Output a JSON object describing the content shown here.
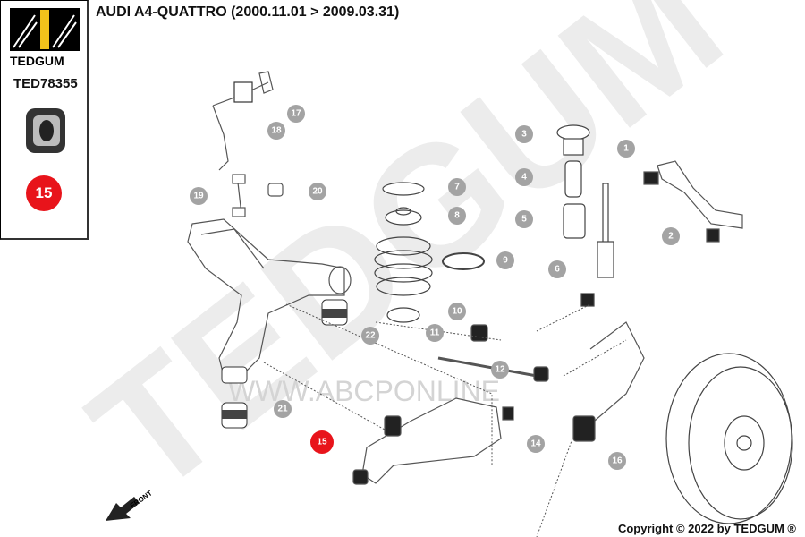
{
  "sidebar": {
    "brand": "TEDGUM",
    "part_number": "TED78355",
    "selected_position": "15"
  },
  "header": {
    "title": "AUDI A4-QUATTRO (2000.11.01 > 2009.03.31)"
  },
  "diagram": {
    "watermark": "TEDGUM",
    "website": "WWW.ABCPONLINE",
    "front_label": "FRONT",
    "callouts": [
      "1",
      "2",
      "3",
      "4",
      "5",
      "6",
      "7",
      "8",
      "9",
      "10",
      "11",
      "12",
      "14",
      "16",
      "17",
      "18",
      "19",
      "20",
      "21",
      "22"
    ],
    "highlight": "15",
    "colors": {
      "callout": "#a3a3a3",
      "highlight": "#e8141b",
      "watermark": "#ebebeb",
      "logo_yellow": "#f2c21b"
    }
  },
  "footer": {
    "copyright": "Copyright © 2022 by TEDGUM ®"
  }
}
